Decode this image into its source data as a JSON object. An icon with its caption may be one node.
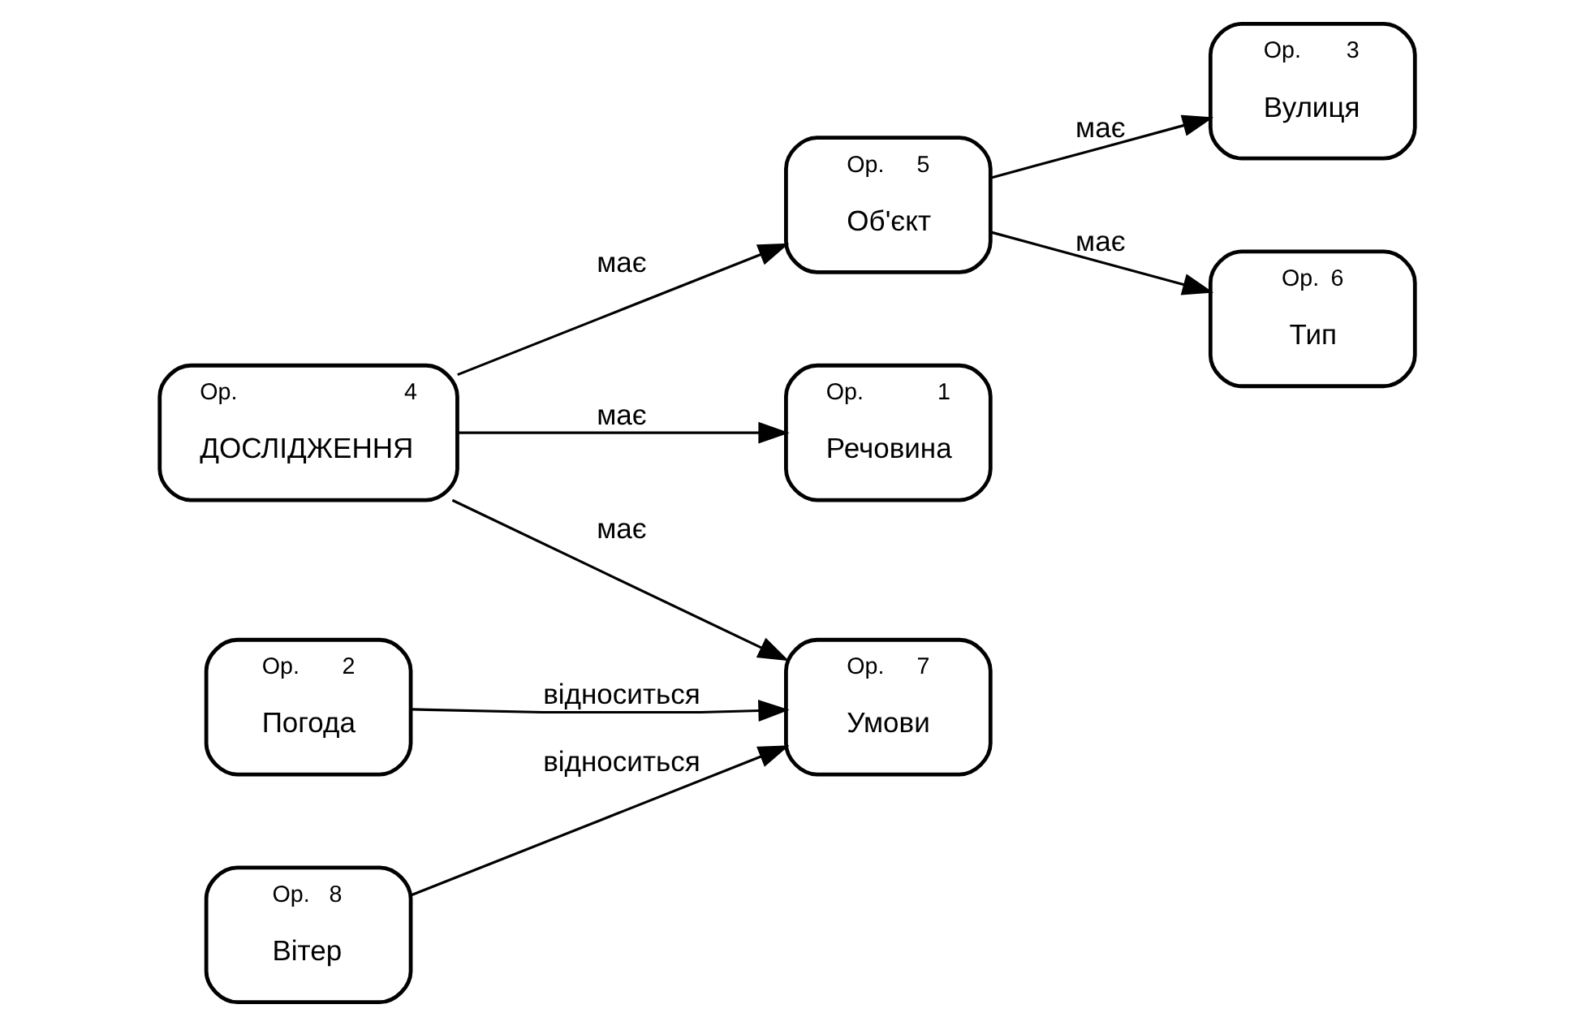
{
  "diagram": {
    "nodes": [
      {
        "text": [
          "Ор.",
          "3",
          "Вулиця"
        ]
      },
      {
        "text": [
          "Ор.",
          "5",
          "Об'єкт"
        ]
      },
      {
        "text": [
          "Ор.",
          "1",
          "Речовина"
        ]
      },
      {
        "text": [
          "Ор.",
          "4",
          "ДОСЛІДЖЕННЯ"
        ]
      },
      {
        "text": [
          "Ор.",
          "6",
          "Тип"
        ]
      },
      {
        "text": [
          "Ор.",
          "7",
          "Умови"
        ]
      },
      {
        "text": [
          "Ор.",
          "2",
          "Погода"
        ]
      },
      {
        "text": [
          "Ор.",
          "8",
          "Вітер"
        ]
      }
    ],
    "edges": [
      {
        "from": 1,
        "to": 0,
        "arrow": "to",
        "label": "має"
      },
      {
        "from": 3,
        "to": 1,
        "arrow": "to",
        "label": "має"
      },
      {
        "from": 1,
        "to": 4,
        "arrow": "to",
        "label": "має"
      },
      {
        "from": 3,
        "to": 2,
        "arrow": "to",
        "label": "має"
      },
      {
        "from": 3,
        "to": 5,
        "arrow": "to",
        "label": "має"
      },
      {
        "from": 6,
        "to": 5,
        "arrow": "to",
        "label": "відноситься"
      },
      {
        "from": 7,
        "to": 5,
        "arrow": "to",
        "label": "відноситься"
      }
    ]
  }
}
